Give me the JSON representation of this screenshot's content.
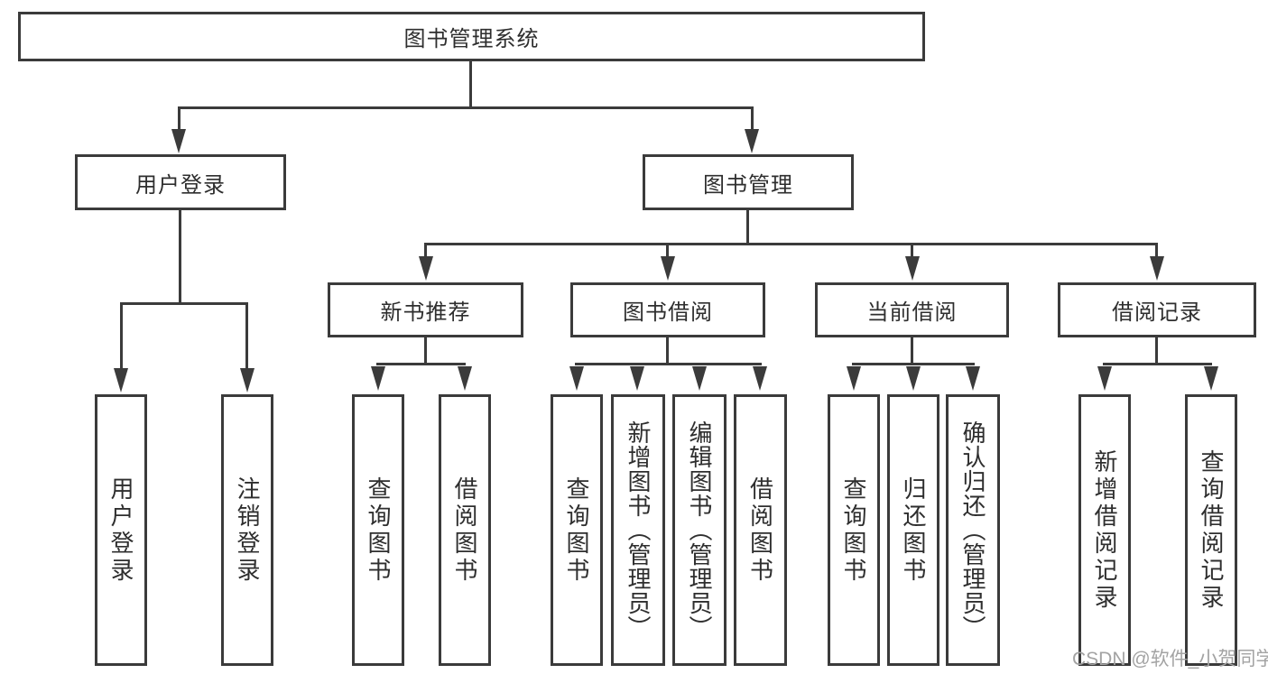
{
  "colors": {
    "line": "#3b3b3b",
    "text": "#2e2e2e",
    "bg": "#ffffff",
    "watermark": "#a3a3a3"
  },
  "watermark": {
    "text": "CSDN @软件_小贺同学"
  },
  "tree": {
    "root": {
      "label": "图书管理系统"
    },
    "level2": [
      {
        "label": "用户登录"
      },
      {
        "label": "图书管理"
      }
    ],
    "level3": [
      {
        "label": "新书推荐"
      },
      {
        "label": "图书借阅"
      },
      {
        "label": "当前借阅"
      },
      {
        "label": "借阅记录"
      }
    ],
    "leaves": [
      {
        "label": "用户登录"
      },
      {
        "label": "注销登录"
      },
      {
        "label": "查询图书"
      },
      {
        "label": "借阅图书"
      },
      {
        "label": "查询图书"
      },
      {
        "label": "新增图书（管理员）"
      },
      {
        "label": "编辑图书（管理员）"
      },
      {
        "label": "借阅图书"
      },
      {
        "label": "查询图书"
      },
      {
        "label": "归还图书"
      },
      {
        "label": "确认归还（管理员）"
      },
      {
        "label": "新增借阅记录"
      },
      {
        "label": "查询借阅记录"
      }
    ]
  }
}
